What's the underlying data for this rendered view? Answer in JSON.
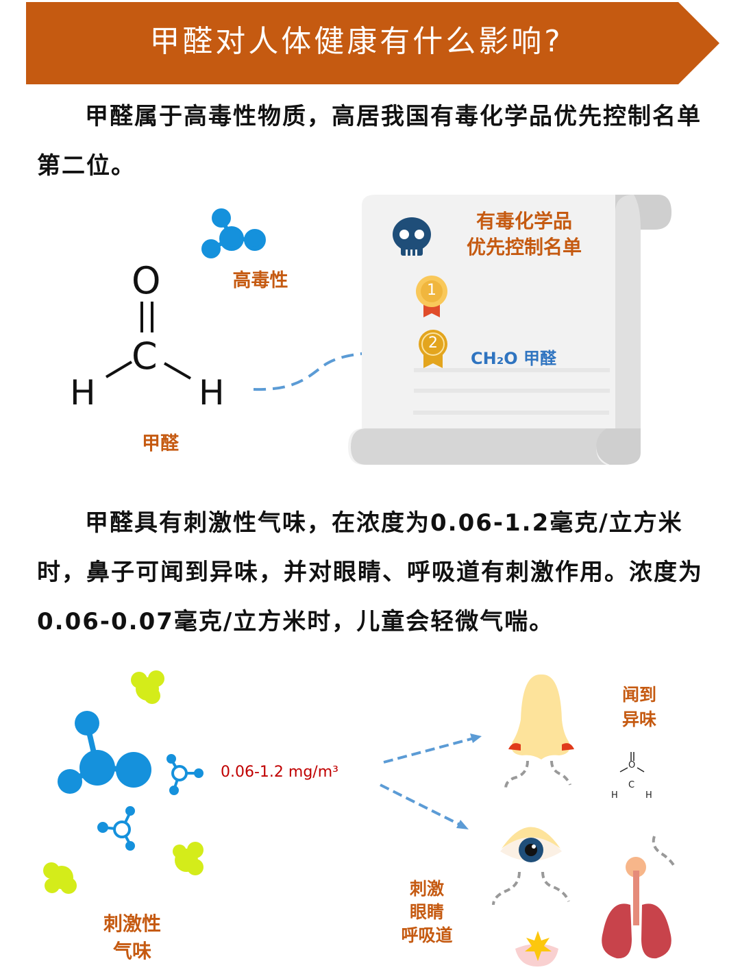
{
  "header": {
    "title": "甲醛对人体健康有什么影响?"
  },
  "paragraph1": "甲醛属于高毒性物质，高居我国有毒化学品优先控制名单第二位。",
  "section1": {
    "toxicity_label": "高毒性",
    "molecule_label": "甲醛",
    "formula_atoms": {
      "o": "O",
      "c": "C",
      "h_left": "H",
      "h_right": "H"
    },
    "scroll": {
      "title_line1": "有毒化学品",
      "title_line2": "优先控制名单",
      "rank1": "1",
      "rank2": "2",
      "entry": "CH₂O 甲醛"
    }
  },
  "paragraph2": "甲醛具有刺激性气味，在浓度为0.06-1.2毫克/立方米时，鼻子可闻到异味，并对眼睛、呼吸道有刺激作用。浓度为0.06-0.07毫克/立方米时，儿童会轻微气喘。",
  "section2": {
    "concentration": "0.06-1.2 mg/m³",
    "smell_label_line1": "闻到",
    "smell_label_line2": "异味",
    "irritant_line1": "刺激性",
    "irritant_line2": "气味",
    "irritate_line1": "刺激",
    "irritate_line2": "眼睛",
    "irritate_line3": "呼吸道",
    "mini_atoms": {
      "o": "O",
      "c": "C",
      "h_left": "H",
      "h_right": "H"
    }
  },
  "colors": {
    "banner": "#c55a11",
    "label": "#c55a11",
    "molecule": "#1591dc",
    "arrow": "#5b9bd5",
    "navy": "#1f4e79"
  }
}
